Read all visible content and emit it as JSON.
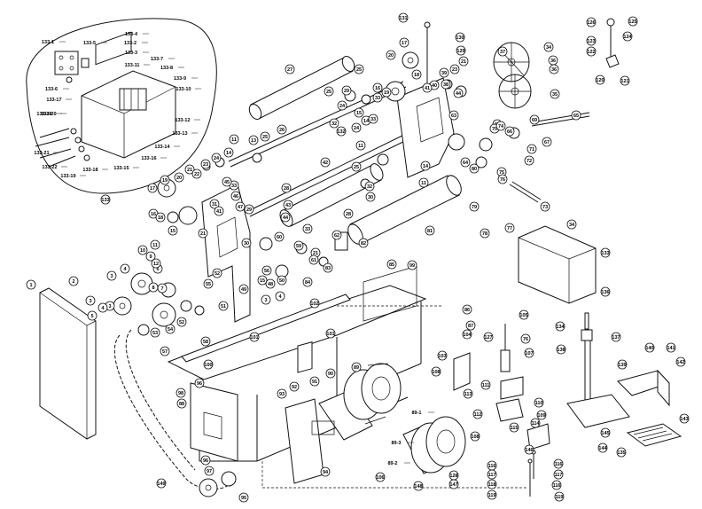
{
  "callouts": {
    "c1": "1",
    "c2": "2",
    "c3": "3",
    "c4": "4",
    "c5": "5",
    "c6": "6",
    "c7": "7",
    "c8": "8",
    "c9": "9",
    "c10": "10",
    "c11": "11",
    "c12": "12",
    "c13": "13",
    "c14": "14",
    "c15": "15",
    "c16": "16",
    "c17": "17",
    "c18": "18",
    "c19": "19",
    "c20": "20",
    "c21": "21",
    "c22": "22",
    "c23": "23",
    "c24": "24",
    "c25": "25",
    "c26": "26",
    "c27": "27",
    "c28": "28",
    "c29": "29",
    "c30": "30",
    "c31": "31",
    "c32": "32",
    "c33": "33",
    "c34": "34",
    "c35": "35",
    "c36": "36",
    "c37": "37",
    "c38": "38",
    "c39": "39",
    "c40": "40",
    "c41": "41",
    "c42": "42",
    "c43": "43",
    "c44": "44",
    "c45": "45",
    "c46": "46",
    "c47": "47",
    "c48": "48",
    "c49": "49",
    "c50": "50",
    "c51": "51",
    "c52": "52",
    "c53": "53",
    "c54": "54",
    "c55": "55",
    "c56": "56",
    "c57": "57",
    "c58": "58",
    "c59": "59",
    "c60": "60",
    "c61": "61",
    "c62": "62",
    "c63": "63",
    "c64": "64",
    "c65": "65",
    "c66": "66",
    "c67": "67",
    "c68": "68",
    "c69": "69",
    "c70": "70",
    "c71": "71",
    "c72": "72",
    "c73": "73",
    "c74": "74",
    "c75": "75",
    "c76": "76",
    "c77": "77",
    "c78": "78",
    "c79": "79",
    "c80": "80",
    "c81": "81",
    "c82": "82",
    "c83": "83",
    "c84": "84",
    "c85": "85",
    "c86": "86",
    "c87": "87",
    "c88": "88",
    "c89": "89",
    "c89_1": "89-1",
    "c89_2": "89-2",
    "c89_3": "89-3",
    "c90": "90",
    "c91": "91",
    "c92": "92",
    "c93": "93",
    "c94": "94",
    "c95": "95",
    "c96": "96",
    "c97": "97",
    "c98": "98",
    "c99": "99",
    "c100": "100",
    "c101": "101",
    "c102": "102",
    "c103": "103",
    "c104": "104",
    "c105": "105",
    "c106": "106",
    "c107": "107",
    "c108": "108",
    "c109": "109",
    "c110": "110",
    "c111": "111",
    "c112": "112",
    "c113": "113",
    "c114": "114",
    "c115": "115",
    "c116": "116",
    "c117": "117",
    "c118": "118",
    "c119": "119",
    "c120": "120",
    "c121": "121",
    "c122": "122",
    "c123": "123",
    "c124": "124",
    "c125": "125",
    "c126": "126",
    "c127": "127",
    "c128": "128",
    "c129": "129",
    "c130": "130",
    "c131": "131",
    "c132": "132",
    "c133": "133",
    "c134": "134",
    "c135": "135",
    "c136": "136",
    "c137": "137",
    "c138": "138",
    "c139": "139",
    "c140": "140",
    "c141": "141",
    "c142": "142",
    "c143": "143",
    "c144": "144",
    "c145": "145",
    "c146": "146",
    "c147": "147",
    "c148": "148",
    "c149": "149",
    "c133_1": "133-1",
    "c133_2": "133-2",
    "c133_3": "133-3",
    "c133_4": "133-4",
    "c133_5": "133-5",
    "c133_6": "133-6",
    "c133_7": "133-7",
    "c133_8": "133-8",
    "c133_9": "133-9",
    "c133_10": "133-10",
    "c133_11": "133-11",
    "c133_12": "133-12",
    "c133_13": "133-13",
    "c133_14": "133-14",
    "c133_15": "133-15",
    "c133_16": "133-16",
    "c133_17": "133-17",
    "c133_18": "133-18",
    "c133_19": "133-19",
    "c133_20": "133-20",
    "c133_21": "133-21",
    "c133_22": "133-22",
    "c133_25": "133-25"
  }
}
